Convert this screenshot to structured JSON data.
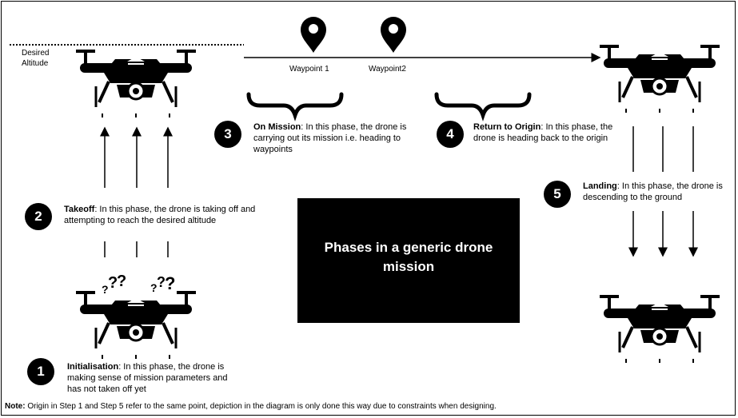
{
  "altitude_label": [
    "Desired",
    "Altitude"
  ],
  "waypoints": [
    {
      "label": "Waypoint 1"
    },
    {
      "label": "Waypoint2"
    }
  ],
  "steps": [
    {
      "number": "1",
      "title": "Initialisation",
      "text": ": In this phase, the drone is making sense of mission parameters and has not taken off yet"
    },
    {
      "number": "2",
      "title": "Takeoff",
      "text": ": In this phase, the drone is taking off and attempting to reach the desired altitude"
    },
    {
      "number": "3",
      "title": "On Mission",
      "text": ": In this phase, the drone is carrying out its mission i.e. heading to waypoints"
    },
    {
      "number": "4",
      "title": "Return to Origin",
      "text": ": In this phase, the drone is heading back to the origin"
    },
    {
      "number": "5",
      "title": "Landing",
      "text": ": In this phase, the drone is descending to the ground"
    }
  ],
  "center_title": "Phases in a generic drone mission",
  "note": {
    "label": "Note:",
    "text": " Origin in Step 1 and Step 5 refer to the same point, depiction in the diagram is only done this way due to constraints when designing."
  }
}
